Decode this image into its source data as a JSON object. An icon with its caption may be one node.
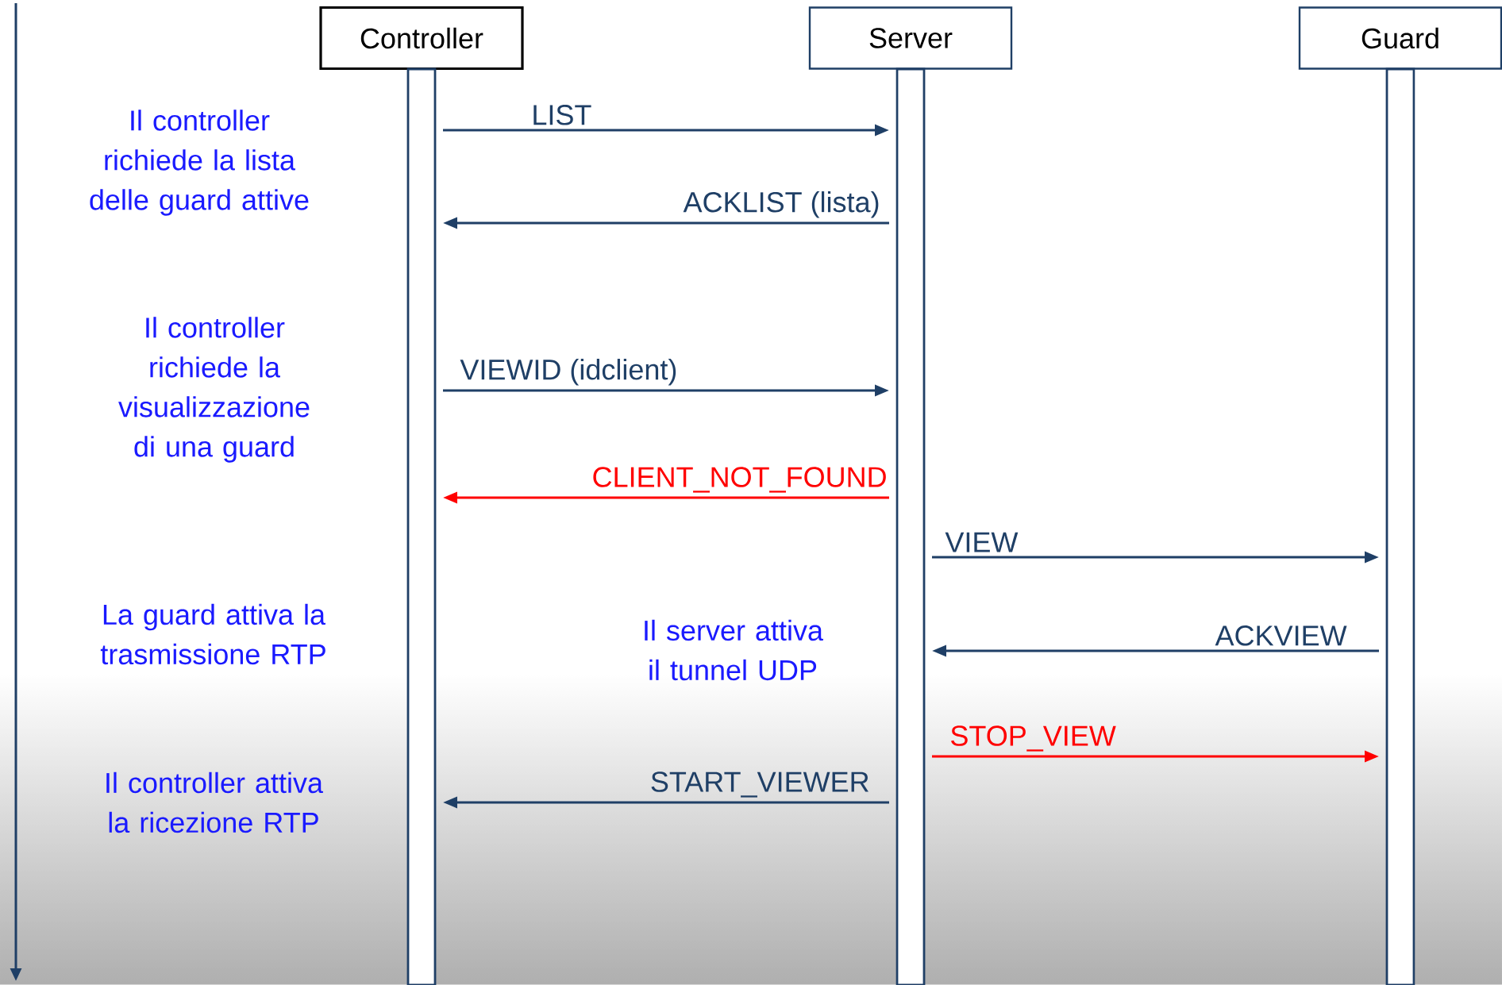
{
  "diagram": {
    "nodes": [
      {
        "text": [
          "Controller"
        ]
      },
      {
        "text": [
          "Server"
        ]
      },
      {
        "text": [
          "Guard"
        ]
      },
      {
        "text": [],
        "shape": "bar"
      },
      {
        "text": [],
        "shape": "bar"
      },
      {
        "text": [],
        "shape": "bar"
      }
    ],
    "edges": [
      {
        "from": 3,
        "to": 4,
        "arrow": "to",
        "label": "LIST"
      },
      {
        "from": 4,
        "to": 3,
        "arrow": "to",
        "label": "ACKLIST (lista)"
      },
      {
        "from": 3,
        "to": 4,
        "arrow": "to",
        "label": "VIEWID (idclient)"
      },
      {
        "from": 4,
        "to": 3,
        "arrow": "to",
        "label": "CLIENT_NOT_FOUND",
        "color": "#ff0000"
      },
      {
        "from": 4,
        "to": 5,
        "arrow": "to",
        "label": "VIEW"
      },
      {
        "from": 5,
        "to": 4,
        "arrow": "to",
        "label": "ACKVIEW"
      },
      {
        "from": 4,
        "to": 5,
        "arrow": "to",
        "label": "STOP_VIEW",
        "color": "#ff0000"
      },
      {
        "from": 4,
        "to": 3,
        "arrow": "to",
        "label": "START_VIEWER"
      }
    ],
    "labels": [
      "Il controller richiede la lista delle guard attive",
      "Il controller richiede la visualizzazione di una guard",
      "La guard attiva la trasmissione RTP",
      "Il server attiva il tunnel UDP",
      "Il controller attiva la ricezione RTP"
    ]
  }
}
